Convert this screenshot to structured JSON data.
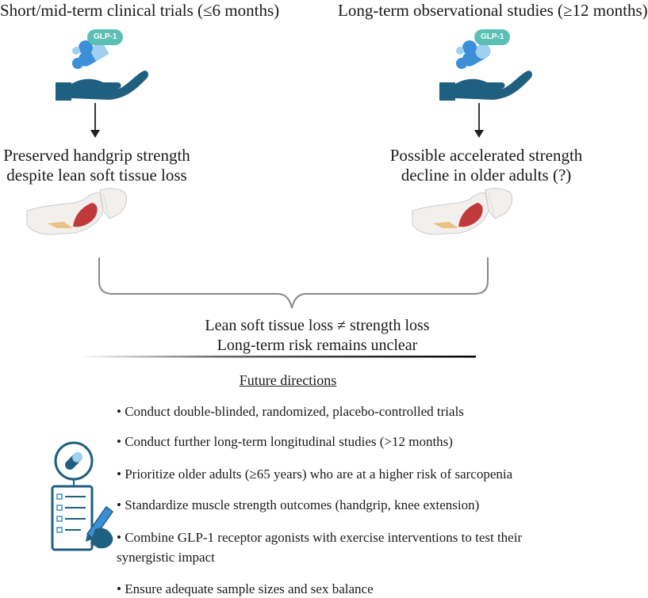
{
  "left_column": {
    "title": "Short/mid-term clinical trials (≤6 months)",
    "badge": "GLP-1",
    "outcome_line1": "Preserved handgrip strength",
    "outcome_line2": "despite lean soft tissue loss"
  },
  "right_column": {
    "title": "Long-term observational studies (≥12 months)",
    "badge": "GLP-1",
    "outcome_line1": "Possible accelerated strength",
    "outcome_line2": "decline in older adults (?)"
  },
  "summary": {
    "line1": "Lean soft tissue loss ≠ strength loss",
    "line2": "Long-term risk remains unclear"
  },
  "future": {
    "title": "Future directions",
    "items": [
      "• Conduct double-blinded, randomized, placebo-controlled trials",
      "• Conduct further long-term longitudinal studies (>12 months)",
      "• Prioritize older adults (≥65 years) who are at a higher risk of sarcopenia",
      "• Standardize muscle strength outcomes (handgrip, knee extension)",
      "• Combine GLP-1 receptor agonists  with exercise interventions to test their synergistic impact",
      "• Ensure adequate sample sizes and sex balance"
    ]
  },
  "colors": {
    "hand": "#1f5f7f",
    "pill_blue": "#3a8fd6",
    "pill_light": "#9fd0f0",
    "badge": "#5bbfb5",
    "muscle": "#c0393b",
    "skin": "#f2efec",
    "bracket": "#888888"
  },
  "icons": [
    "hand-pills-icon",
    "arm-muscle-icon",
    "clipboard-pill-icon"
  ]
}
